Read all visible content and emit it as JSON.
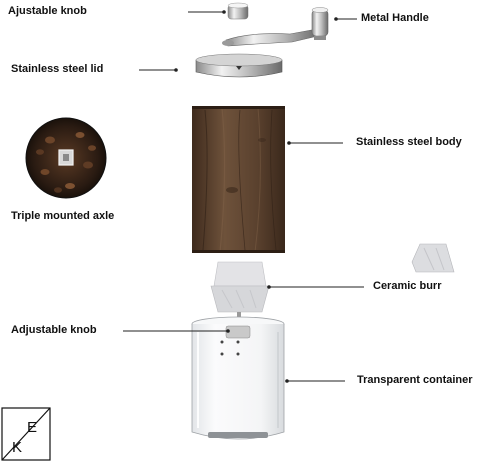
{
  "labels": {
    "adjustable_knob_top": "Ajustable knob",
    "metal_handle": "Metal Handle",
    "stainless_steel_lid": "Stainless steel lid",
    "stainless_steel_body": "Stainless steel body",
    "triple_mounted_axle": "Triple mounted axle",
    "ceramic_burr": "Ceramic burr",
    "adjustable_knob": "Adjustable knob",
    "transparent_container": "Transparent container"
  },
  "logo": {
    "letter_k": "K",
    "letter_e": "E"
  },
  "colors": {
    "wood_dark": "#4a3424",
    "wood_mid": "#6b4d36",
    "steel_light": "#e6e6e6",
    "steel_dark": "#6f6f6f",
    "burr": "#d9d9dc",
    "glass": "#eef0f2"
  }
}
